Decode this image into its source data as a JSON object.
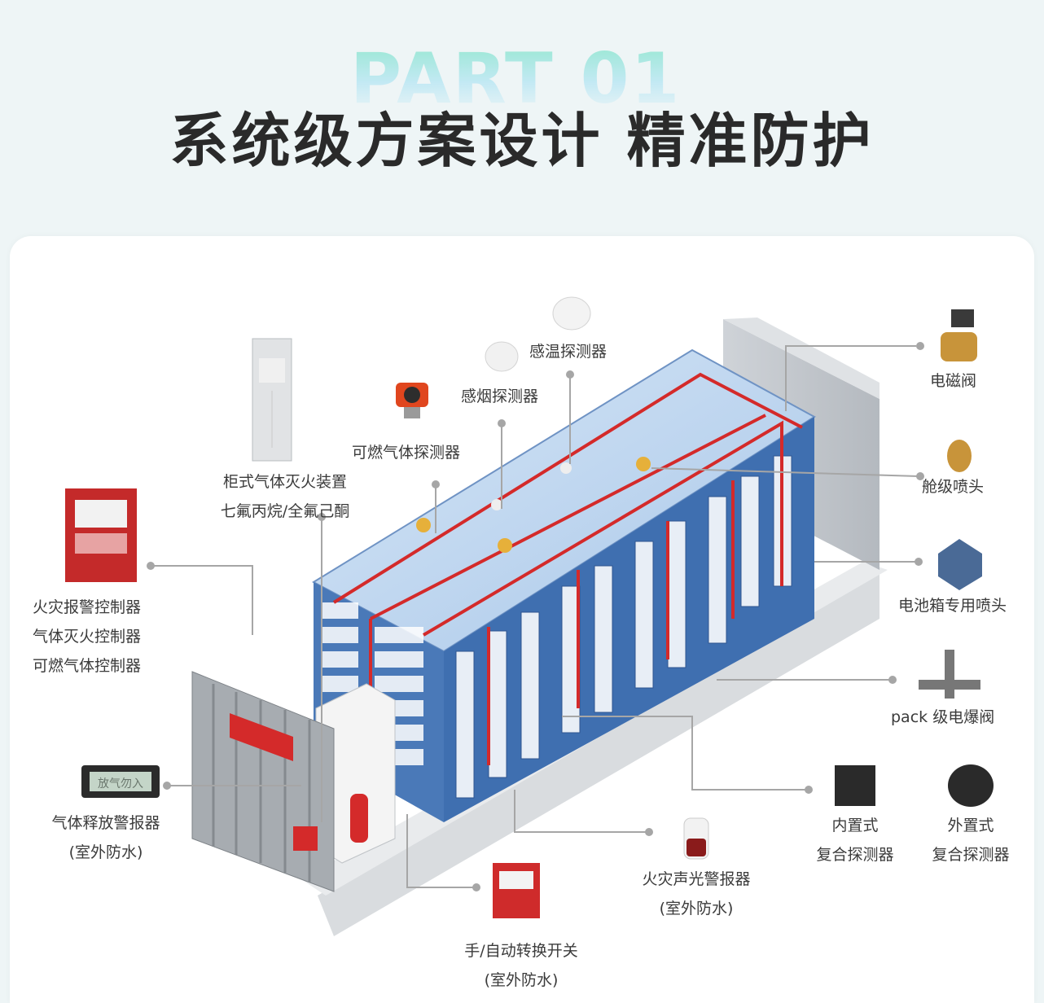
{
  "header": {
    "part": "PART 01",
    "title": "系统级方案设计  精准防护"
  },
  "labels": {
    "gas_cabinet": [
      "柜式气体灭火装置",
      "七氟丙烷/全氟己酮"
    ],
    "combustible_gas_detector": "可燃气体探测器",
    "smoke_detector": "感烟探测器",
    "heat_detector": "感温探测器",
    "solenoid_valve": "电磁阀",
    "cabin_nozzle": "舱级喷头",
    "battery_box_nozzle": "电池箱专用喷头",
    "pack_valve": "pack 级电爆阀",
    "controllers": [
      "火灾报警控制器",
      "气体灭火控制器",
      "可燃气体控制器"
    ],
    "gas_release_alarm": [
      "气体释放警报器",
      "(室外防水)"
    ],
    "builtin_detector": [
      "内置式",
      "复合探测器"
    ],
    "external_detector": [
      "外置式",
      "复合探测器"
    ],
    "sound_light_alarm": [
      "火灾声光警报器",
      "(室外防水)"
    ],
    "manual_switch": [
      "手/自动转换开关",
      "(室外防水)"
    ],
    "alarm_panel_text": "放气勿入"
  },
  "colors": {
    "title": "#2a2a2a",
    "pipe_red": "#d42a2a",
    "rack_blue": "#3f6fb0",
    "leader_gray": "#9a9a9a"
  }
}
